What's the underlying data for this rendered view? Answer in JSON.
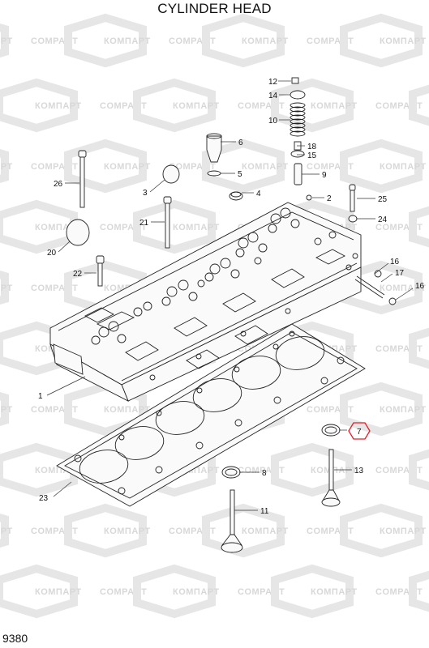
{
  "title": "CYLINDER HEAD",
  "page_number": "9380",
  "watermark": {
    "text_a": "КОМПАРТ",
    "text_b": "COMPART"
  },
  "highlight_color": "#e0202a",
  "callouts": [
    {
      "id": "c1",
      "label": "1"
    },
    {
      "id": "c2",
      "label": "2"
    },
    {
      "id": "c3",
      "label": "3"
    },
    {
      "id": "c4",
      "label": "4"
    },
    {
      "id": "c5",
      "label": "5"
    },
    {
      "id": "c6",
      "label": "6"
    },
    {
      "id": "c7",
      "label": "7"
    },
    {
      "id": "c8",
      "label": "8"
    },
    {
      "id": "c9",
      "label": "9"
    },
    {
      "id": "c10",
      "label": "10"
    },
    {
      "id": "c11",
      "label": "11"
    },
    {
      "id": "c12",
      "label": "12"
    },
    {
      "id": "c13",
      "label": "13"
    },
    {
      "id": "c14",
      "label": "14"
    },
    {
      "id": "c15",
      "label": "15"
    },
    {
      "id": "c16a",
      "label": "16"
    },
    {
      "id": "c16b",
      "label": "16"
    },
    {
      "id": "c17",
      "label": "17"
    },
    {
      "id": "c18",
      "label": "18"
    },
    {
      "id": "c20",
      "label": "20"
    },
    {
      "id": "c21",
      "label": "21"
    },
    {
      "id": "c22",
      "label": "22"
    },
    {
      "id": "c23",
      "label": "23"
    },
    {
      "id": "c24",
      "label": "24"
    },
    {
      "id": "c25",
      "label": "25"
    },
    {
      "id": "c26",
      "label": "26"
    }
  ]
}
